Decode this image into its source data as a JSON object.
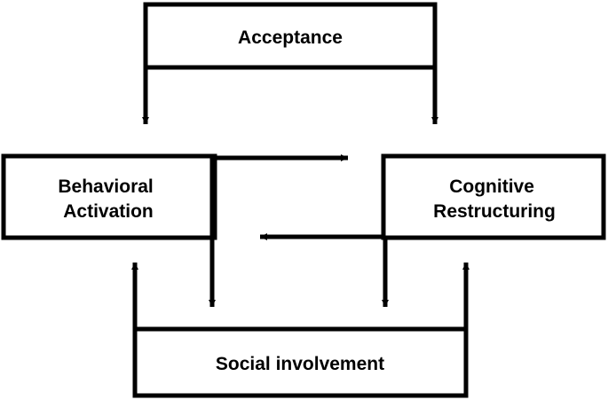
{
  "diagram": {
    "nodes": {
      "acceptance": {
        "label": "Acceptance"
      },
      "behavioral": {
        "line1": "Behavioral",
        "line2": "Activation"
      },
      "cognitive": {
        "line1": "Cognitive",
        "line2": "Restructuring"
      },
      "social": {
        "label": "Social involvement"
      }
    },
    "style": {
      "stroke": "#000000",
      "background": "#ffffff"
    }
  }
}
